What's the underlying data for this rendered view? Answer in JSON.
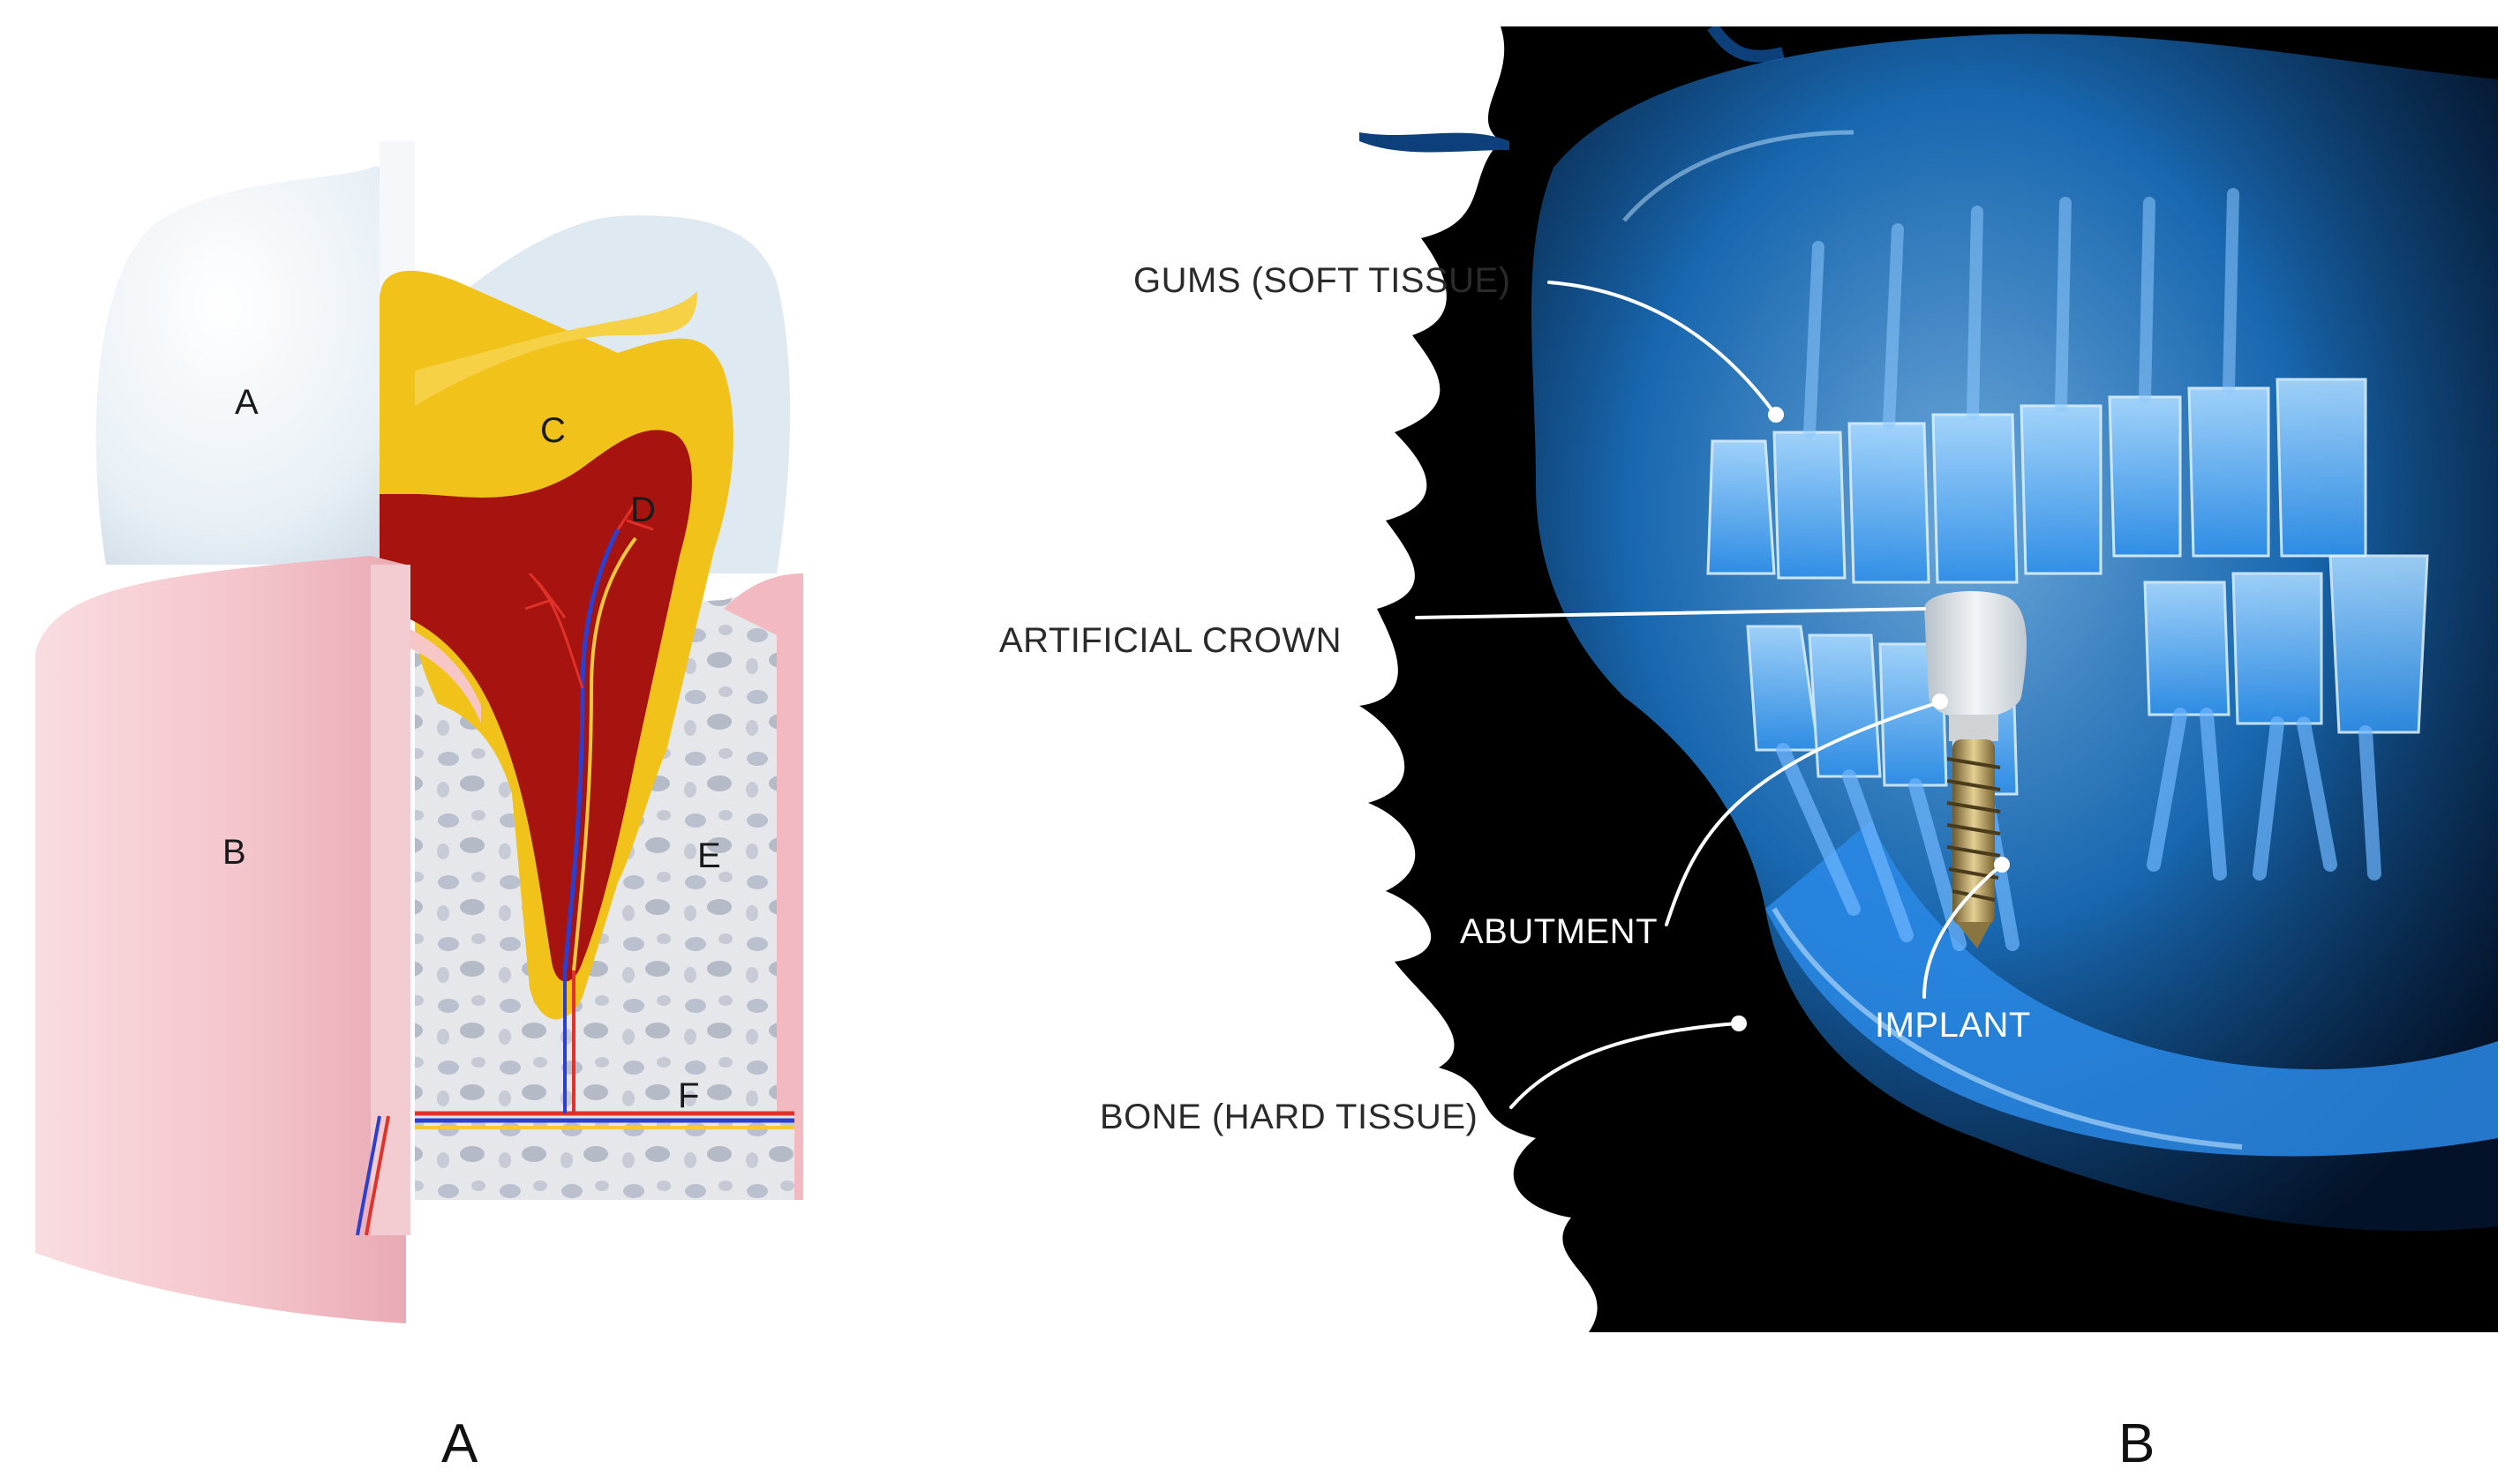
{
  "panel_a": {
    "caption": "A",
    "labels": {
      "a": "A",
      "b": "B",
      "c": "C",
      "d": "D",
      "e": "E",
      "f": "F"
    }
  },
  "panel_b": {
    "caption": "B",
    "labels": {
      "gums": "GUMS (SOFT TISSUE)",
      "crown": "ARTIFICIAL CROWN",
      "abutment": "ABUTMENT",
      "implant": "IMPLANT",
      "bone": "BONE (HARD TISSUE)"
    }
  },
  "colors": {
    "enamel": "#e6eef4",
    "gum": "#f4c6cc",
    "dentin": "#f2c21a",
    "pulp": "#a4110d",
    "bone": "#e8e8ea",
    "xray_bg": "#000000",
    "xray_blue": "#1f86e0",
    "implant_gold": "#b59a5a"
  }
}
